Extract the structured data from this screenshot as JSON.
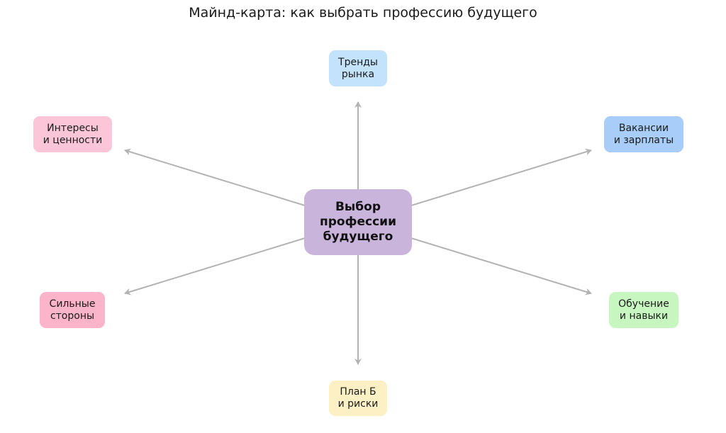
{
  "title": "Майнд-карта: как выбрать профессию будущего",
  "center": {
    "line1": "Выбор",
    "line2": "профессии",
    "line3": "будущего",
    "color": "#c9b4dc"
  },
  "branches": [
    {
      "id": "trends",
      "line1": "Тренды",
      "line2": "рынка",
      "color": "#c3e2fb"
    },
    {
      "id": "vacancies",
      "line1": "Вакансии",
      "line2": "и зарплаты",
      "color": "#a7cdf8"
    },
    {
      "id": "learning",
      "line1": "Обучение",
      "line2": "и навыки",
      "color": "#c8f6c0"
    },
    {
      "id": "plan-b",
      "line1": "План Б",
      "line2": "и риски",
      "color": "#fdf0c4"
    },
    {
      "id": "strengths",
      "line1": "Сильные",
      "line2": "стороны",
      "color": "#fbb4c9"
    },
    {
      "id": "interests",
      "line1": "Интересы",
      "line2": "и ценности",
      "color": "#fcc6d8"
    }
  ],
  "edge_color": "#b3b3b3"
}
